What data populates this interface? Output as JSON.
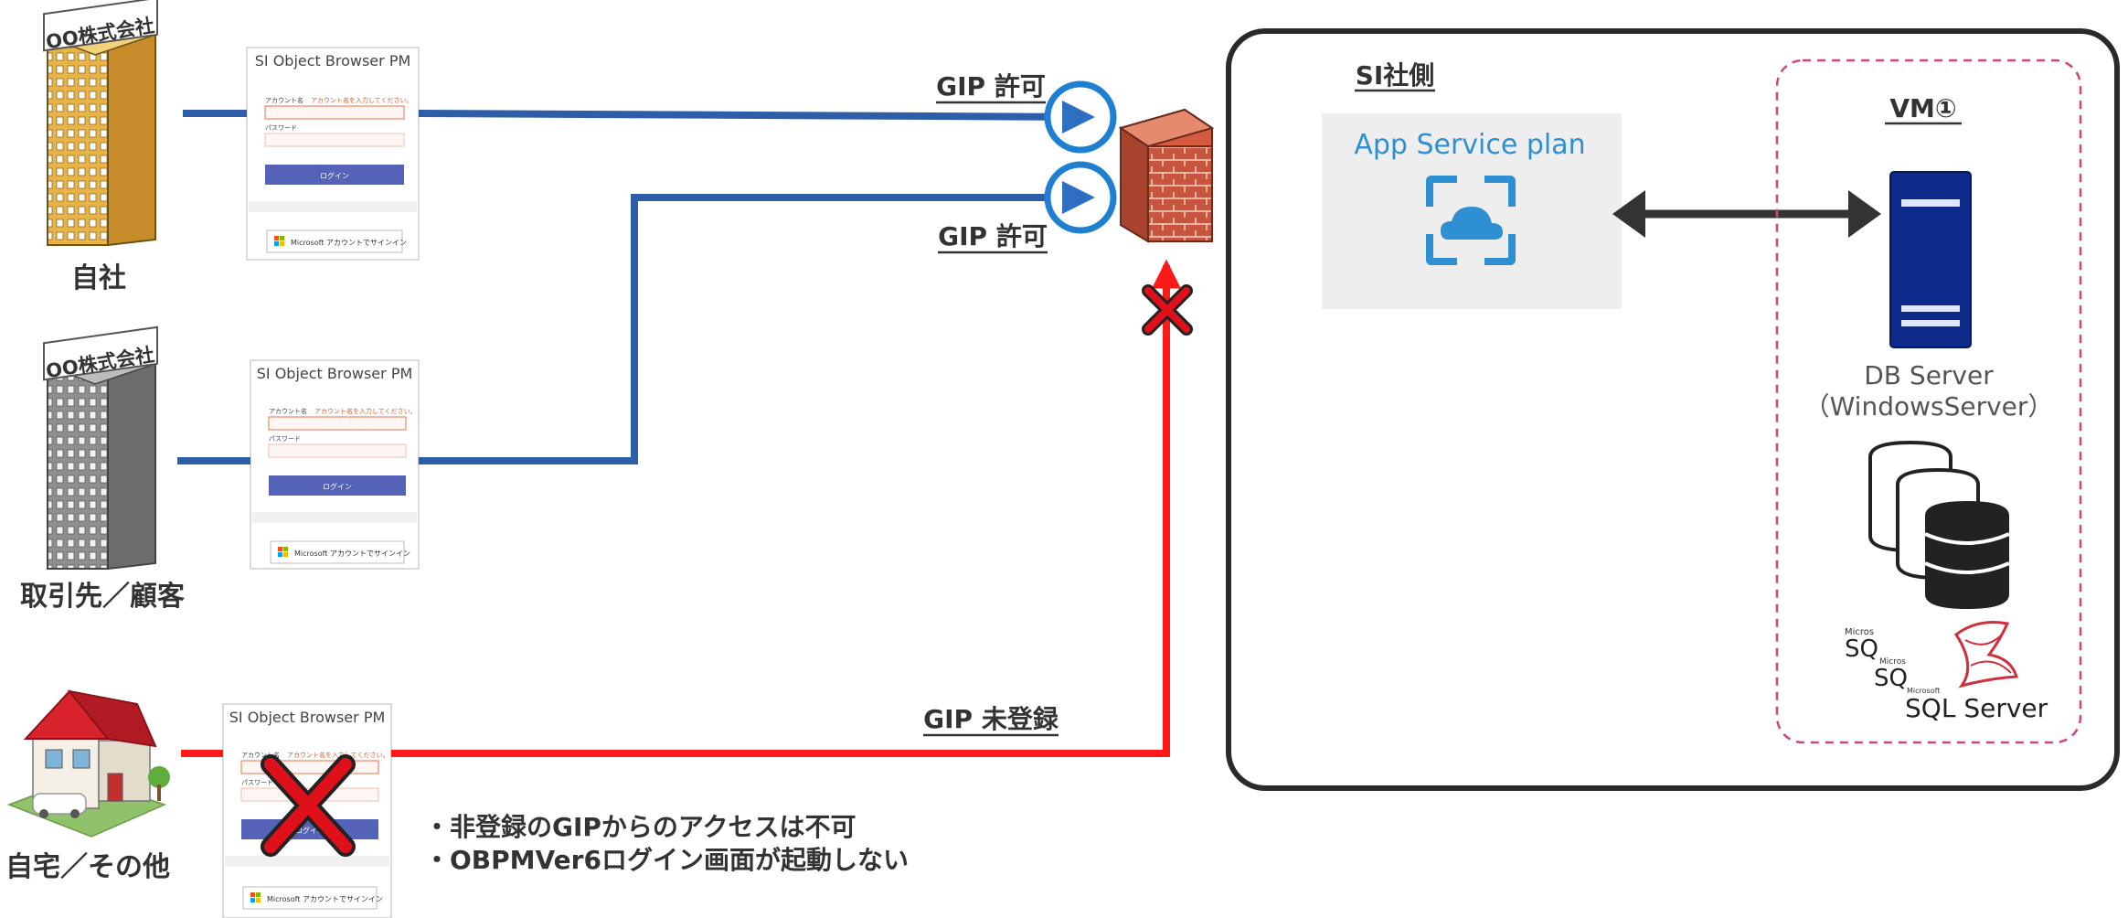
{
  "locations": {
    "company": {
      "label": "自社",
      "sign": "OO株式会社"
    },
    "partner": {
      "label": "取引先／顧客",
      "sign": "OO株式会社"
    },
    "home": {
      "label": "自宅／その他"
    }
  },
  "login_card": {
    "title": "SI Object Browser PM",
    "account_label": "アカウント名",
    "account_hint": "アカウント名を入力してください。",
    "password_label": "パスワード",
    "login_button": "ログイン",
    "ms_signin": "Microsoft アカウントでサインイン"
  },
  "connections": {
    "gip_allowed_1": "GIP 許可",
    "gip_allowed_2": "GIP 許可",
    "gip_unregistered": "GIP 未登録"
  },
  "notes": [
    "・非登録のGIPからのアクセスは不可",
    "・OBPMVer6ログイン画面が起動しない"
  ],
  "si_side": {
    "title": "SI社側",
    "app_service_label": "App Service plan",
    "vm": {
      "title": "VM①",
      "db_server_line1": "DB Server",
      "db_server_line2": "（WindowsServer）",
      "sql_logo": "SQL Server",
      "sql_logo_small1": "Micros",
      "sql_logo_small2": "Micros",
      "sql_logo_small3": "Microsoft",
      "sql_logo_sq1": "SQ",
      "sql_logo_sq2": "SQ"
    }
  },
  "colors": {
    "allowed_line": "#2e5ea8",
    "blocked_line": "#ff1a1a",
    "circle_ring": "#1f7fd0",
    "arrow_fill": "#2e6fc2",
    "vm_border": "#d0457f",
    "server_blue": "#0d2a8a",
    "x_red": "#e0101a"
  }
}
